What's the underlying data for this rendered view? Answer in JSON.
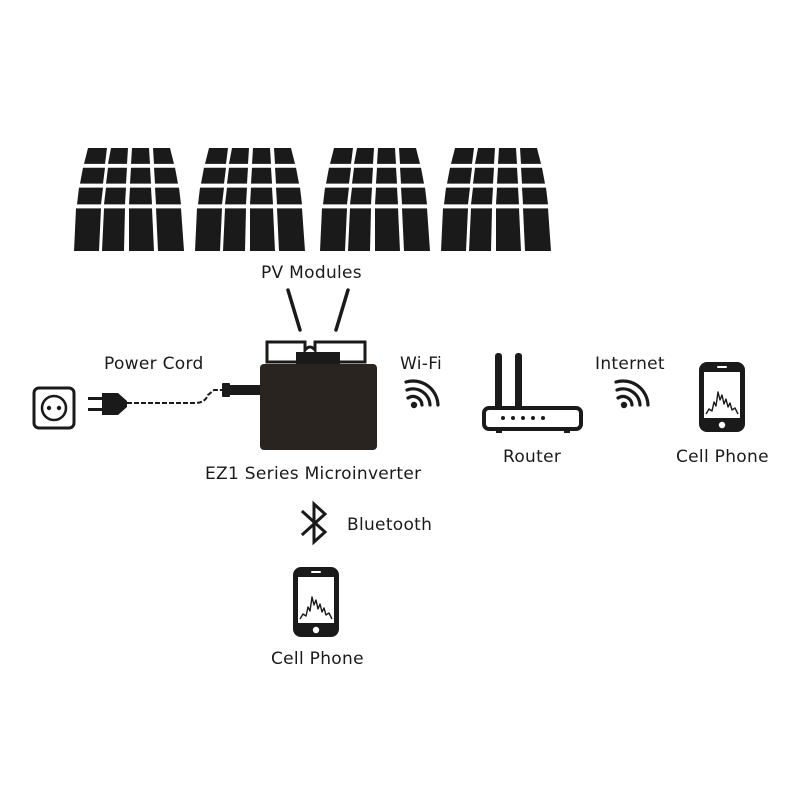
{
  "labels": {
    "pv_modules": "PV Modules",
    "power_cord": "Power Cord",
    "wifi": "Wi-Fi",
    "internet": "Internet",
    "router": "Router",
    "cell_phone_right": "Cell Phone",
    "microinverter": "EZ1 Series Microinverter",
    "bluetooth": "Bluetooth",
    "cell_phone_bottom": "Cell Phone"
  },
  "icons": {
    "solar_panel": "solar-panel-icon",
    "outlet": "power-outlet-icon",
    "plug": "power-plug-icon",
    "inverter": "microinverter-icon",
    "wifi": "wifi-signal-icon",
    "router": "router-icon",
    "phone": "cell-phone-icon",
    "bluetooth": "bluetooth-icon"
  },
  "colors": {
    "ink": "#1a1a1a",
    "inverter_body": "#2a2421",
    "background": "#ffffff"
  }
}
